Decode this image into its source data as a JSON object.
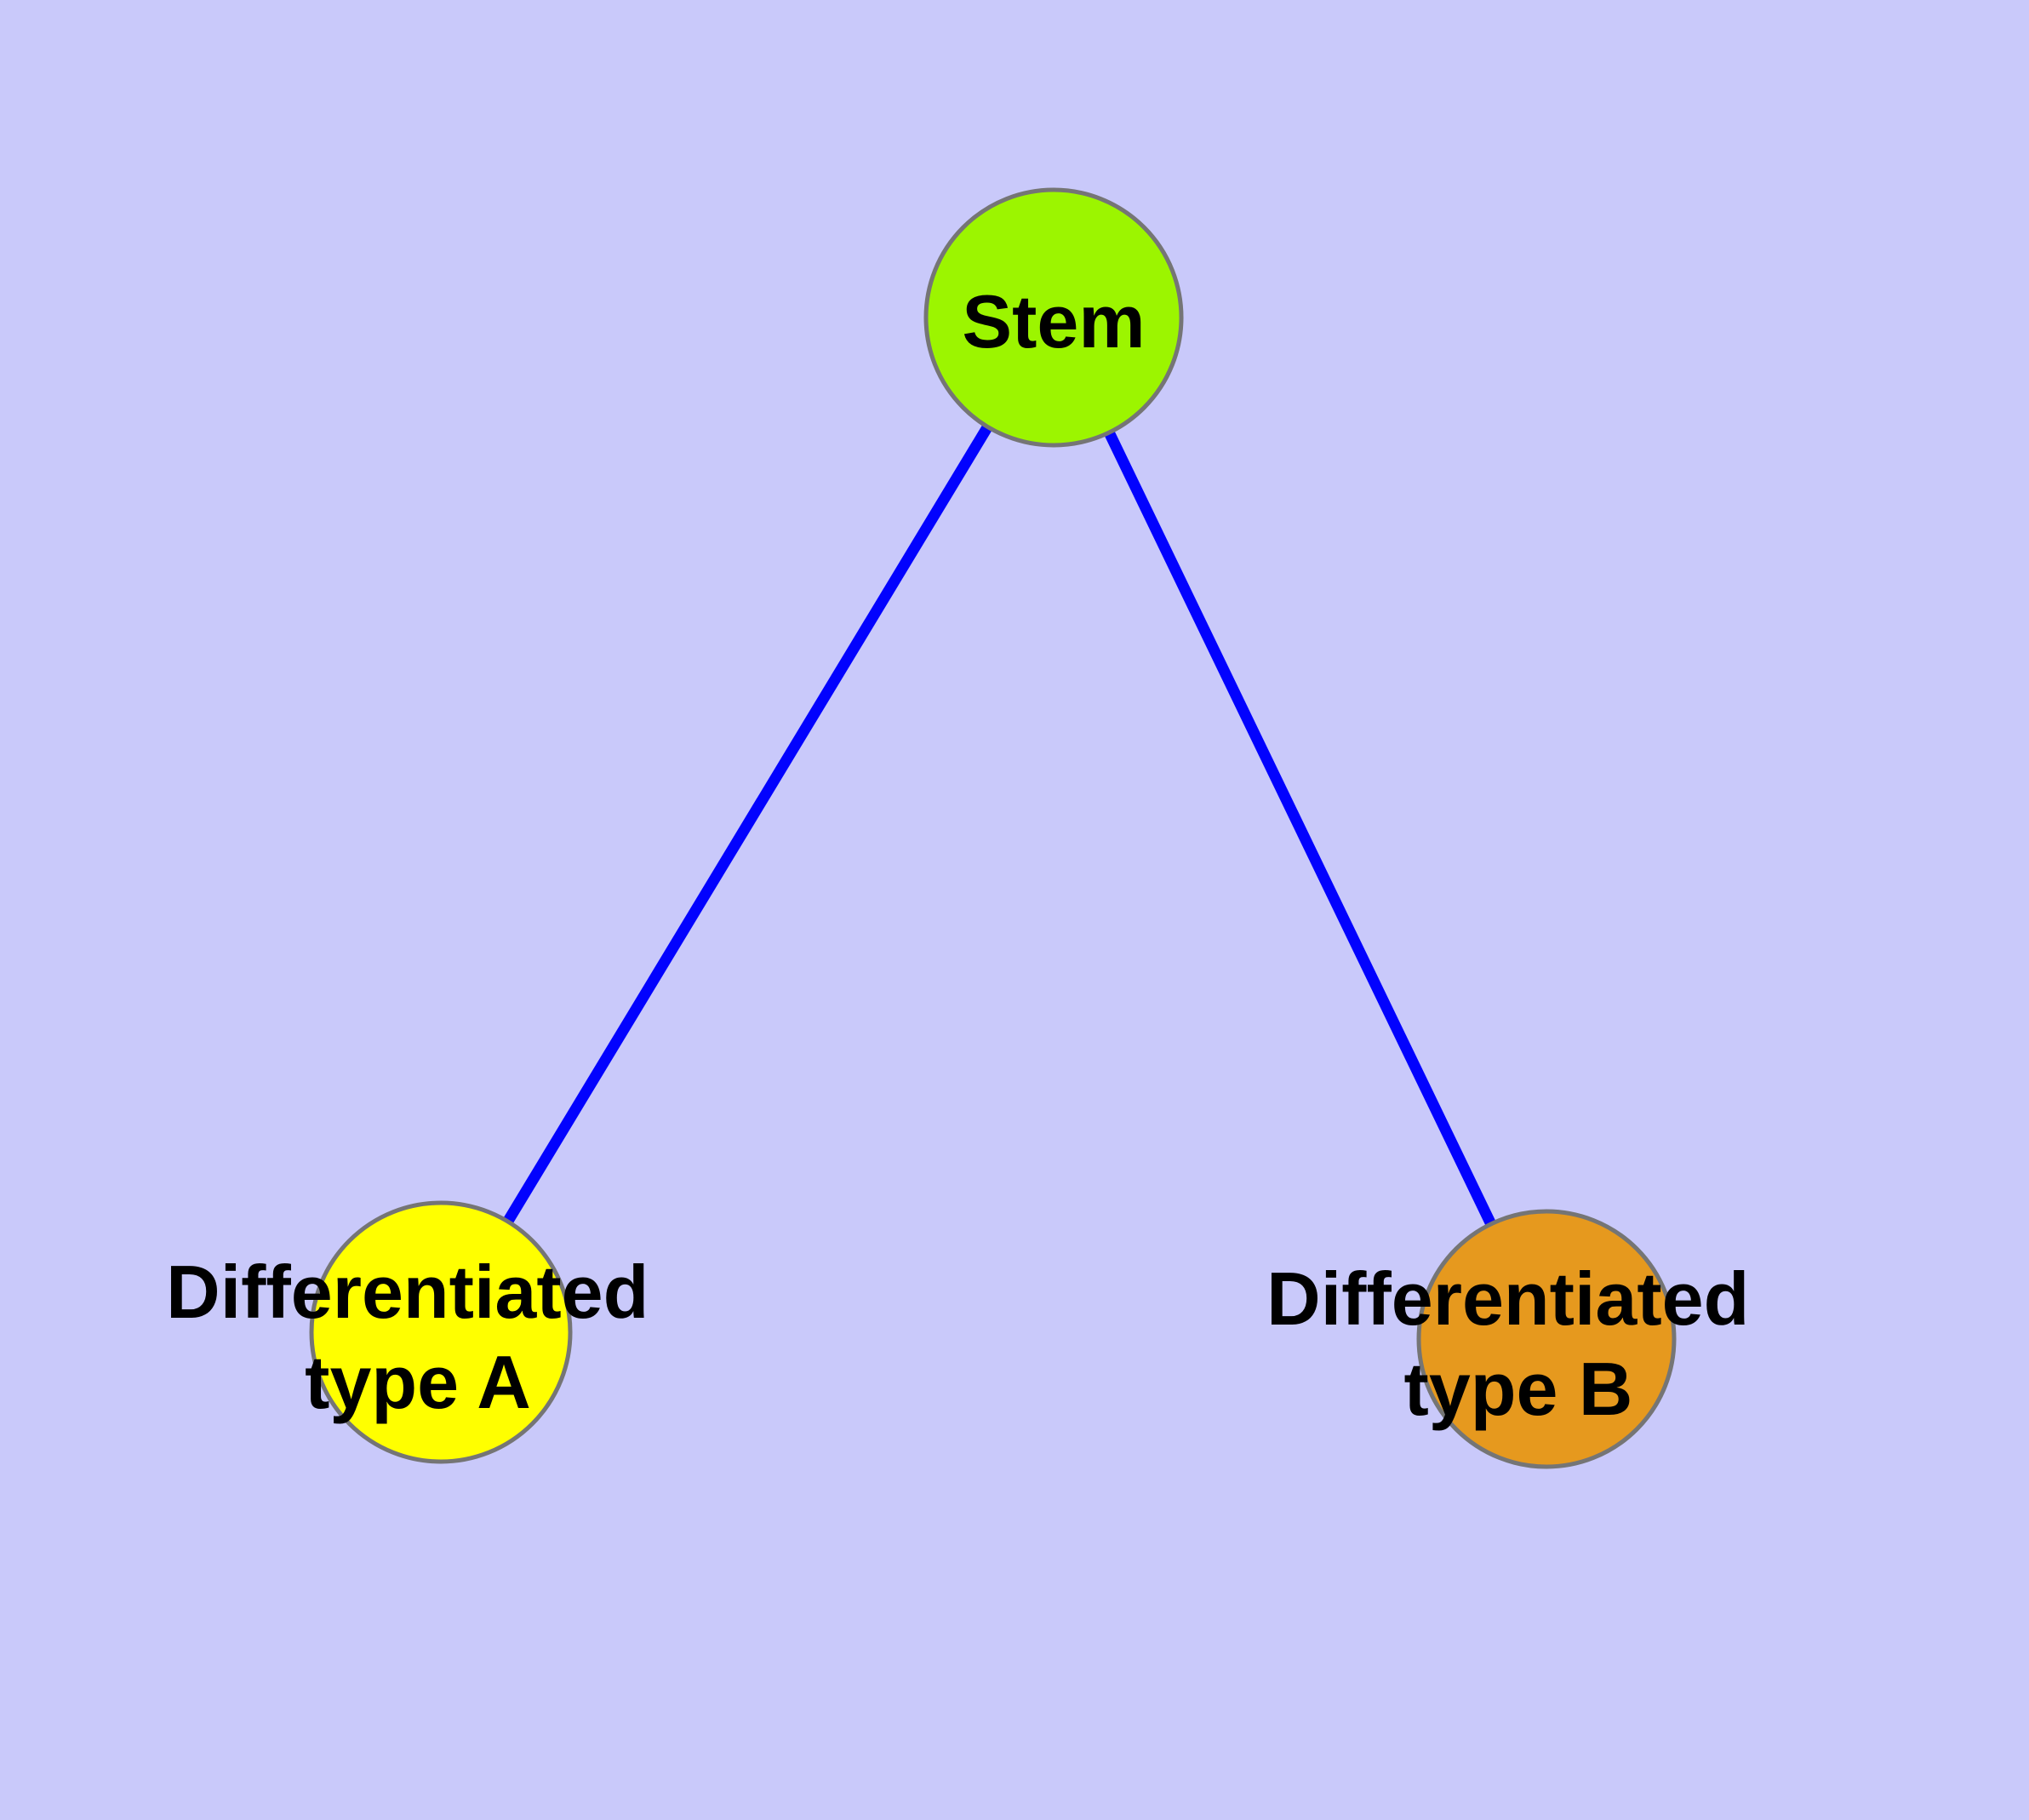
{
  "diagram": {
    "type": "graph",
    "description": "Stem cell differentiation tree: one stem node connected to two differentiated cell type nodes",
    "background_color": "#C9C9FA",
    "edge_color": "#0202FE",
    "node_border_color": "#757575",
    "label_color": "#000000",
    "nodes": [
      {
        "id": "stem",
        "label": "Stem",
        "color": "#9CF500"
      },
      {
        "id": "differentiated-type-a",
        "label_line1": "Differentiated",
        "label_line2": "type A",
        "color": "#FFFF00"
      },
      {
        "id": "differentiated-type-b",
        "label_line1": "Differentiated",
        "label_line2": "type B",
        "color": "#E6991E"
      }
    ],
    "edges": [
      {
        "from": "stem",
        "to": "differentiated-type-a"
      },
      {
        "from": "stem",
        "to": "differentiated-type-b"
      }
    ]
  }
}
